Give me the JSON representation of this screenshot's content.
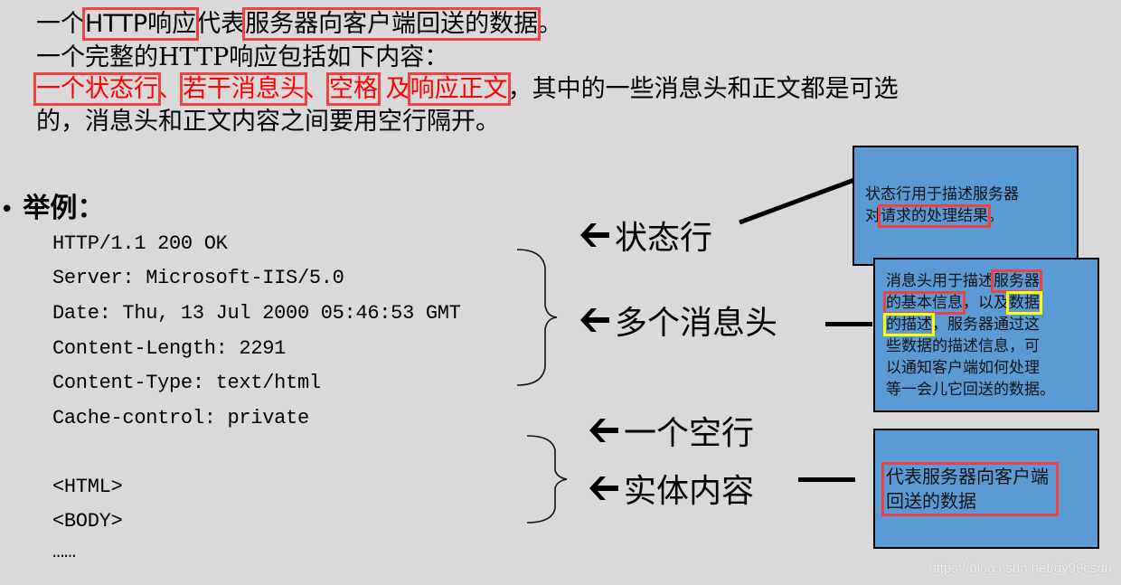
{
  "intro": {
    "line1": {
      "prefix": "一个",
      "highlight1": "HTTP响应",
      "middle": "代表",
      "highlight2": "服务器向客户端回送的数据",
      "suffix": "。"
    },
    "line2": "一个完整的HTTP响应包括如下内容：",
    "line3": {
      "part1": "一个状态行",
      "sep1": "、",
      "part2": "若干消息头",
      "sep2": "、",
      "part3": "空格",
      "sep3": " 及",
      "part4": "响应正文",
      "rest": "，其中的一些消息头和正文都是可选"
    },
    "line4": "的，消息头和正文内容之间要用空行隔开。"
  },
  "example": {
    "bullet": "•",
    "heading": "举例：",
    "lines": [
      "HTTP/1.1 200 OK",
      "Server: Microsoft-IIS/5.0",
      "Date: Thu, 13 Jul 2000 05:46:53 GMT",
      "Content-Length: 2291",
      "Content-Type: text/html",
      "Cache-control: private",
      "<HTML>",
      "<BODY>",
      "……"
    ]
  },
  "labels": {
    "status_line": "状态行",
    "headers": "多个消息头",
    "blank_line": "一个空行",
    "entity_body": "实体内容"
  },
  "boxes": {
    "status": {
      "line1": "状态行用于描述服务器",
      "line2_prefix": "对",
      "line2_highlight": "请求的处理结果",
      "line2_suffix": "。"
    },
    "headers": {
      "t1": "消息头用于描述",
      "t1_red": "服务器",
      "t2_red": "的基本信息",
      "t2": "，以及",
      "t2_yellow": "数据",
      "t3_yellow": "的描述",
      "t3": "，服务器通过这",
      "t4": "些数据的描述信息，可",
      "t5": "以通知客户端如何处理",
      "t6": "等一会儿它回送的数据。"
    },
    "entity": {
      "line1": "代表服务器向客户端",
      "line2": "回送的数据"
    }
  },
  "colors": {
    "background": "#d9d9d9",
    "box_fill": "#5b9bd5",
    "highlight_red": "#f04040",
    "highlight_yellow": "#ffff00",
    "text_red": "#ff0000"
  },
  "watermark": "https://blog.csdn.net/gy99csdn"
}
